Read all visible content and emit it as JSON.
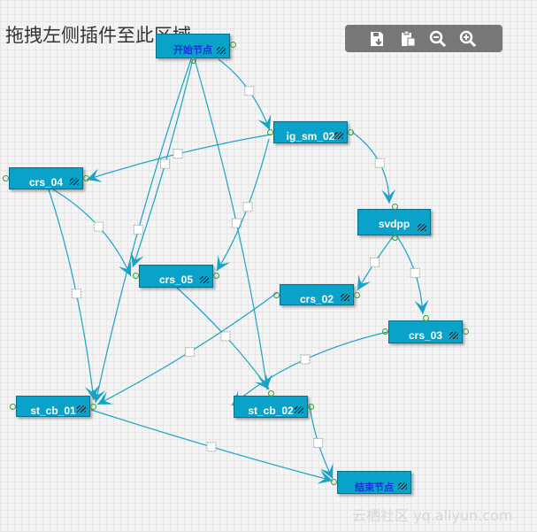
{
  "hint": "拖拽左侧插件至此区域",
  "toolbar": {
    "buttons": [
      {
        "name": "save-icon"
      },
      {
        "name": "clipboard-icon"
      },
      {
        "name": "zoom-out-icon"
      },
      {
        "name": "zoom-in-icon"
      }
    ]
  },
  "nodes": {
    "start": "开始节点",
    "ig_sm_02": "ig_sm_02",
    "crs_04": "crs_04",
    "svdpp": "svdpp",
    "crs_05": "crs_05",
    "crs_02": "crs_02",
    "crs_03": "crs_03",
    "st_cb_01": "st_cb_01",
    "st_cb_02": "st_cb_02",
    "end": "结束节点"
  },
  "edges": [
    [
      "start",
      "ig_sm_02"
    ],
    [
      "start",
      "crs_05"
    ],
    [
      "start",
      "st_cb_01"
    ],
    [
      "start",
      "st_cb_02"
    ],
    [
      "ig_sm_02",
      "crs_04"
    ],
    [
      "ig_sm_02",
      "svdpp"
    ],
    [
      "ig_sm_02",
      "crs_05"
    ],
    [
      "crs_04",
      "st_cb_01"
    ],
    [
      "crs_04",
      "crs_05"
    ],
    [
      "svdpp",
      "crs_02"
    ],
    [
      "svdpp",
      "crs_03"
    ],
    [
      "crs_05",
      "st_cb_02"
    ],
    [
      "crs_02",
      "st_cb_01"
    ],
    [
      "crs_03",
      "st_cb_02"
    ],
    [
      "st_cb_01",
      "end"
    ],
    [
      "st_cb_02",
      "end"
    ]
  ],
  "colors": {
    "node": "#0aa2c8",
    "edge": "#1aa3c4",
    "terminal_text": "#1a2fe0",
    "toolbar": "#777777"
  },
  "watermark": "云栖社区 yq.aliyun.com"
}
